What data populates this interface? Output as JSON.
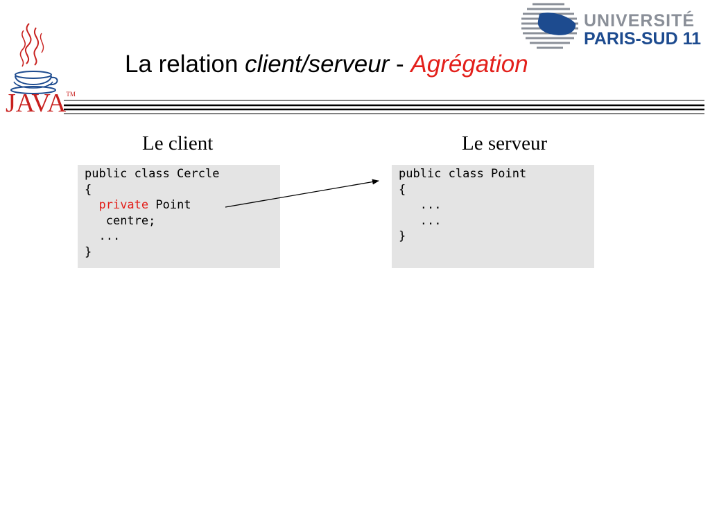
{
  "logos": {
    "java": {
      "icon": "java-coffee-cup-icon",
      "word": "JAVA",
      "tm": "TM",
      "color": "#c8201e"
    },
    "university": {
      "icon": "university-sphere-icon",
      "line1": "UNIVERSITÉ",
      "line2": "PARIS-SUD 11",
      "colors": {
        "gray": "#8a8f98",
        "blue": "#1d4b8f"
      }
    }
  },
  "title": {
    "prefix": "La relation ",
    "italic": "client/serveur",
    "separator": " - ",
    "accent": "Agrégation",
    "accent_color": "#e3201b"
  },
  "columns": {
    "client": {
      "heading": "Le client",
      "code": {
        "line1": "public class Cercle",
        "line2": "{",
        "line3_keyword": "private",
        "line3_rest": " Point",
        "line4": "centre;",
        "line5": "...",
        "line6": "}"
      }
    },
    "server": {
      "heading": "Le serveur",
      "code": {
        "line1": "public class Point",
        "line2": "{",
        "line3": "...",
        "line4": "...",
        "line5": "}"
      }
    }
  },
  "colors": {
    "code_background": "#e4e4e4",
    "keyword": "#e3201b"
  },
  "connector": {
    "icon": "arrow-right-icon",
    "from": "Point",
    "to": "public class Point"
  }
}
